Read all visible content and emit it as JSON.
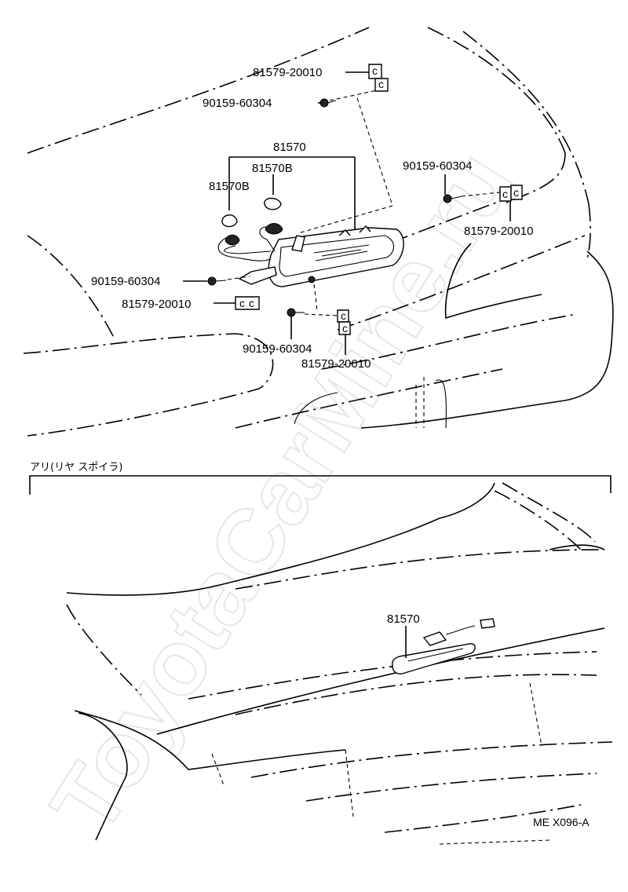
{
  "labels": {
    "clip_top": "81579-20010",
    "screw_top": "90159-60304",
    "lamp_assy": "81570",
    "socket_a": "81570B",
    "socket_b": "81570B",
    "screw_right": "90159-60304",
    "clip_right": "81579-20010",
    "screw_left": "90159-60304",
    "clip_left": "81579-20010",
    "screw_bottom": "90159-60304",
    "clip_bottom": "81579-20010",
    "lamp_spoiler": "81570"
  },
  "section_title": "アリ(リヤ スポイラ)",
  "figure_ref": "ME X096-A",
  "watermark": "ToyotaCarMine.ru"
}
